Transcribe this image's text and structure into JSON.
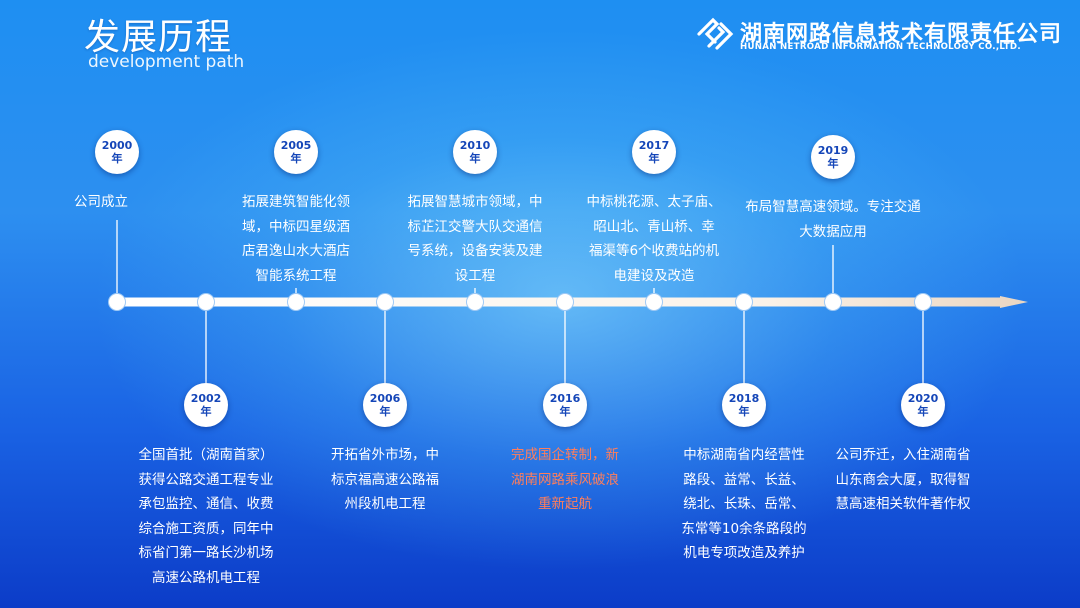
{
  "header": {
    "title": "发展历程",
    "subtitle": "development path"
  },
  "company": {
    "name": "湖南网路信息技术有限责任公司",
    "name_en": "HUNAN NETROAD INFORMATION TECHNOLOGY CO.,LTD."
  },
  "colors": {
    "badge_text": "#1546b8",
    "highlight_text": "#ff7e5b",
    "axis": "#ffffff"
  },
  "icons": {
    "logo": "company-logo-icon",
    "arrow": "timeline-arrow-icon"
  },
  "milestones": [
    {
      "year": "2000",
      "unit": "年",
      "text": "公司成立",
      "highlight": false
    },
    {
      "year": "2002",
      "unit": "年",
      "text": "全国首批（湖南首家）\n获得公路交通工程专业\n承包监控、通信、收费\n综合施工资质，同年中\n标省门第一路长沙机场\n高速公路机电工程",
      "highlight": false
    },
    {
      "year": "2005",
      "unit": "年",
      "text": "拓展建筑智能化领\n域，中标四星级酒\n店君逸山水大酒店\n智能系统工程",
      "highlight": false
    },
    {
      "year": "2006",
      "unit": "年",
      "text": "开拓省外市场，中\n标京福高速公路福\n州段机电工程",
      "highlight": false
    },
    {
      "year": "2010",
      "unit": "年",
      "text": "拓展智慧城市领域，中\n标芷江交警大队交通信\n号系统，设备安装及建\n设工程",
      "highlight": false
    },
    {
      "year": "2016",
      "unit": "年",
      "text": "完成国企转制，新\n湖南网路乘风破浪\n重新起航",
      "highlight": true
    },
    {
      "year": "2017",
      "unit": "年",
      "text": "中标桃花源、太子庙、\n昭山北、青山桥、幸\n福渠等6个收费站的机\n电建设及改造",
      "highlight": false
    },
    {
      "year": "2018",
      "unit": "年",
      "text": "中标湖南省内经营性\n路段、益常、长益、\n绕北、长珠、岳常、\n东常等10余条路段的\n机电专项改造及养护",
      "highlight": false
    },
    {
      "year": "2019",
      "unit": "年",
      "text": "布局智慧高速领域。专注交通\n大数据应用",
      "highlight": false
    },
    {
      "year": "2020",
      "unit": "年",
      "text": "公司乔迁，入住湖南省\n山东商会大厦，取得智\n慧高速相关软件著作权",
      "highlight": false
    }
  ]
}
